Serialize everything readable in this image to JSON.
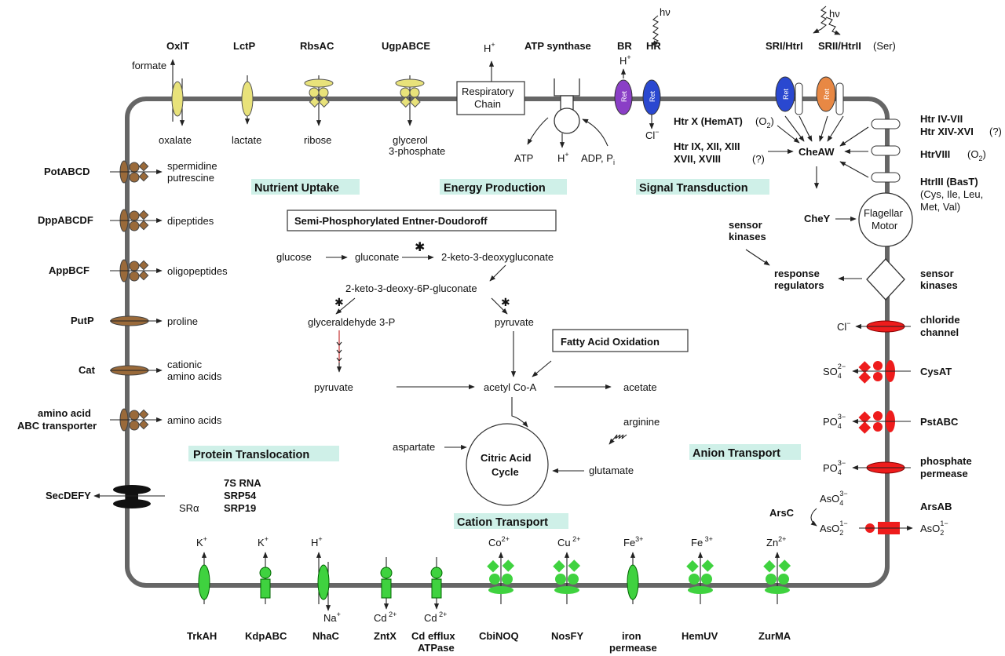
{
  "top": {
    "oxlt": {
      "name": "OxlT",
      "out": "formate",
      "in": "oxalate"
    },
    "lctp": {
      "name": "LctP",
      "in": "lactate"
    },
    "rbsac": {
      "name": "RbsAC",
      "in": "ribose"
    },
    "ugp": {
      "name": "UgpABCE",
      "in1": "glycerol",
      "in2": "3-phosphate"
    },
    "resp": {
      "proton": "H",
      "line1": "Respiratory",
      "line2": "Chain"
    },
    "atp": {
      "name": "ATP synthase",
      "atp": "ATP",
      "h": "H",
      "adp": "ADP,  P"
    },
    "br": {
      "name": "BR",
      "proton": "H",
      "ret": "Ret"
    },
    "hr": {
      "name": "HR",
      "cl": "Cl",
      "ret": "Ret"
    },
    "hv": "hν",
    "sri": "SRI/HtrI",
    "srii": "SRII/HtrII",
    "ser": "(Ser)"
  },
  "sections": {
    "nutrient": "Nutrient Uptake",
    "energy": "Energy Production",
    "signal": "Signal Transduction",
    "protein": "Protein Translocation",
    "anion": "Anion Transport",
    "cation": "Cation Transport"
  },
  "left": [
    {
      "name": "PotABCD",
      "sub1": "spermidine",
      "sub2": "putrescine"
    },
    {
      "name": "DppABCDF",
      "sub1": "dipeptides"
    },
    {
      "name": "AppBCF",
      "sub1": "oligopeptides"
    },
    {
      "name": "PutP",
      "sub1": "proline"
    },
    {
      "name": "Cat",
      "sub1": "cationic",
      "sub2": "amino acids"
    },
    {
      "name1": "amino acid",
      "name2": "ABC transporter",
      "sub1": "amino acids"
    }
  ],
  "sec": {
    "name": "SecDEFY",
    "srp1": "7S RNA",
    "srp2": "SRP54",
    "sra": "SRα",
    "srp3": "SRP19"
  },
  "signal": {
    "htrx": "Htr X (HemAT)",
    "o2a": "(O",
    "htrix1": "Htr IX, XII, XIII",
    "htrix2": "XVII, XVIII",
    "q1": "(?)",
    "cheaw": "CheAW",
    "htriv1": "Htr IV-VII",
    "htriv2": "Htr XIV-XVI",
    "q2": "(?)",
    "htrviii": "HtrVIII",
    "o2b": "(O",
    "htriii": "HtrIII (BasT)",
    "htriii2": "(Cys, Ile, Leu,",
    "htriii3": "Met, Val)",
    "chey": "CheY",
    "flag1": "Flagellar",
    "flag2": "Motor",
    "sk1a": "sensor",
    "sk1b": "kinases",
    "rr1": "response",
    "rr2": "regulators",
    "sk2a": "sensor",
    "sk2b": "kinases"
  },
  "metab": {
    "title": "Semi-Phosphorylated Entner-Doudoroff",
    "glucose": "glucose",
    "gluconate": "gluconate",
    "kdg": "2-keto-3-deoxygluconate",
    "kdpg": "2-keto-3-deoxy-6P-gluconate",
    "g3p": "glyceraldehyde 3-P",
    "pyr1": "pyruvate",
    "pyr2": "pyruvate",
    "fao": "Fatty Acid Oxidation",
    "acoa": "acetyl Co-A",
    "acetate": "acetate",
    "arginine": "arginine",
    "glutamate": "glutamate",
    "aspartate": "aspartate",
    "tca1": "Citric Acid",
    "tca2": "Cycle"
  },
  "anion": {
    "chloride": {
      "name1": "chloride",
      "name2": "channel",
      "ion": "Cl"
    },
    "cysat": {
      "name": "CysAT",
      "ion": "SO"
    },
    "pstabc": {
      "name": "PstABC",
      "ion": "PO"
    },
    "phos": {
      "name1": "phosphate",
      "name2": "permease",
      "ion": "PO"
    },
    "ars": {
      "name": "ArsAB",
      "arsc": "ArsC",
      "aso4": "AsO",
      "aso2": "AsO",
      "aso2out": "AsO"
    }
  },
  "bottom": [
    {
      "name": "TrkAH",
      "ion": "K"
    },
    {
      "name": "KdpABC",
      "ion": "K"
    },
    {
      "name": "NhaC",
      "ion": "H",
      "ion2": "Na"
    },
    {
      "name": "ZntX",
      "ion": "Cd"
    },
    {
      "name1": "Cd efflux",
      "name2": "ATPase",
      "ion": "Cd"
    },
    {
      "name": "CbiNOQ",
      "ion": "Co"
    },
    {
      "name": "NosFY",
      "ion": "Cu"
    },
    {
      "name1": "iron",
      "name2": "permease",
      "ion": "Fe"
    },
    {
      "name": "HemUV",
      "ion": "Fe"
    },
    {
      "name": "ZurMA",
      "ion": "Zn"
    }
  ],
  "colors": {
    "membrane": "#666666",
    "nutrient": "#e8e27a",
    "peptide": "#9a6a3a",
    "cation": "#3fd23f",
    "anion": "#ee1c1c",
    "ret_blue": "#2a48d0",
    "ret_purple": "#8a3fc6",
    "ret_orange": "#e88844",
    "section_bg": "#cff0e8"
  }
}
